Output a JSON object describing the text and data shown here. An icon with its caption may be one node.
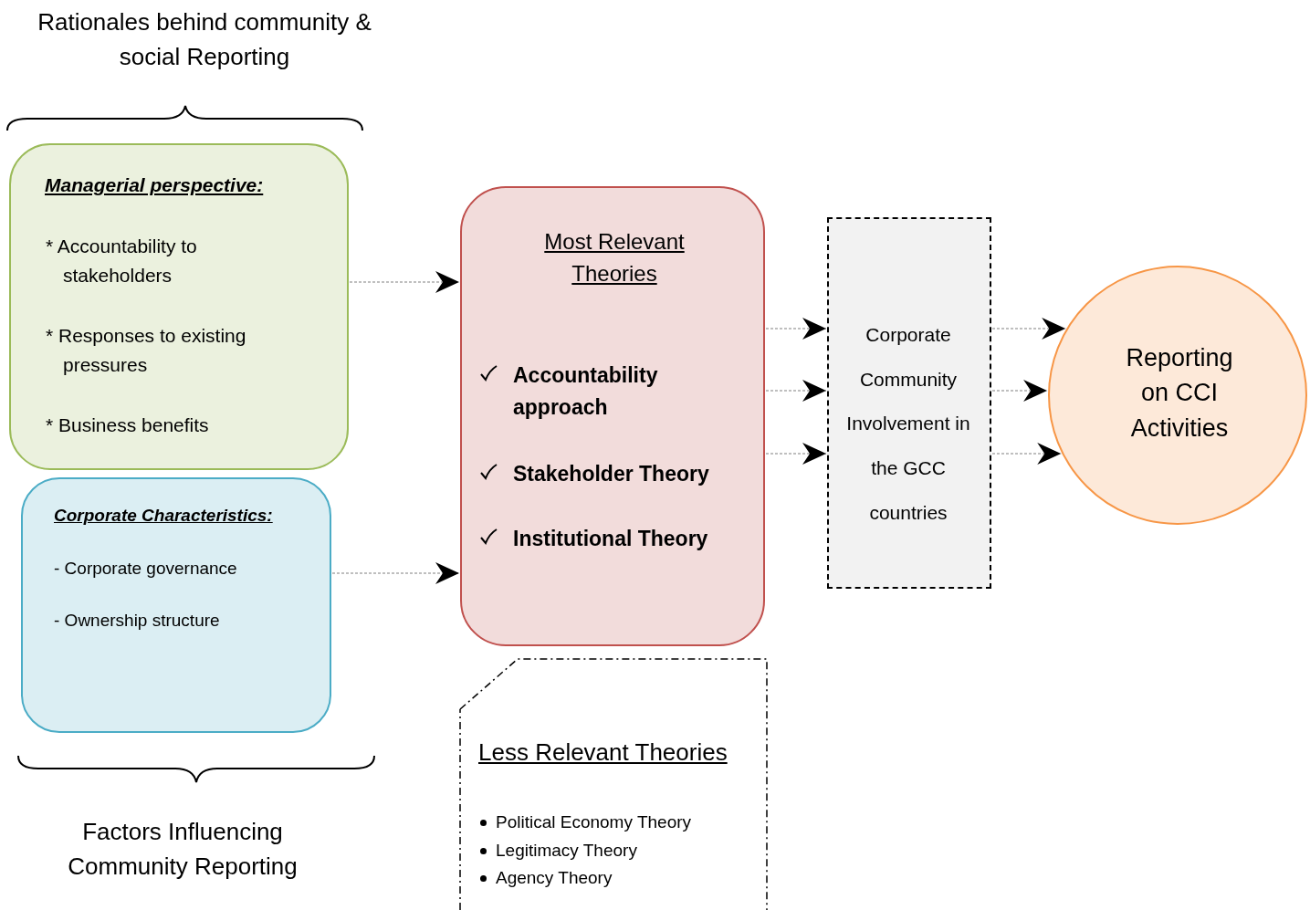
{
  "diagram": {
    "nodes": [
      {
        "text": [
          "Managerial perspective:",
          "* Accountability to stakeholders",
          "* Responses to existing pressures",
          "* Business benefits"
        ]
      },
      {
        "text": [
          "Corporate Characteristics:",
          "- Corporate governance",
          "- Ownership structure"
        ]
      },
      {
        "text": [
          "Most Relevant Theories",
          "Accountability approach",
          "Stakeholder Theory",
          "Institutional Theory"
        ]
      },
      {
        "text": [
          "Corporate Community Involvement in the GCC countries"
        ]
      },
      {
        "text": [
          "Reporting on CCI Activities"
        ]
      },
      {
        "text": [
          "Less Relevant Theories",
          "Political Economy Theory",
          "Legitimacy Theory",
          "Agency Theory"
        ]
      }
    ],
    "edges": [
      {
        "from": 0,
        "to": 2,
        "arrow": "to",
        "style": "dashed"
      },
      {
        "from": 1,
        "to": 2,
        "arrow": "to",
        "style": "dashed"
      },
      {
        "from": 2,
        "to": 3,
        "arrow": "to",
        "style": "dashed"
      },
      {
        "from": 2,
        "to": 3,
        "arrow": "to",
        "style": "dashed"
      },
      {
        "from": 2,
        "to": 3,
        "arrow": "to",
        "style": "dashed"
      },
      {
        "from": 3,
        "to": 4,
        "arrow": "to",
        "style": "dashed"
      },
      {
        "from": 3,
        "to": 4,
        "arrow": "to",
        "style": "dashed"
      },
      {
        "from": 3,
        "to": 4,
        "arrow": "to",
        "style": "dashed"
      }
    ],
    "labels": [
      "Rationales behind community & social Reporting",
      "Factors Influencing Community Reporting"
    ]
  }
}
